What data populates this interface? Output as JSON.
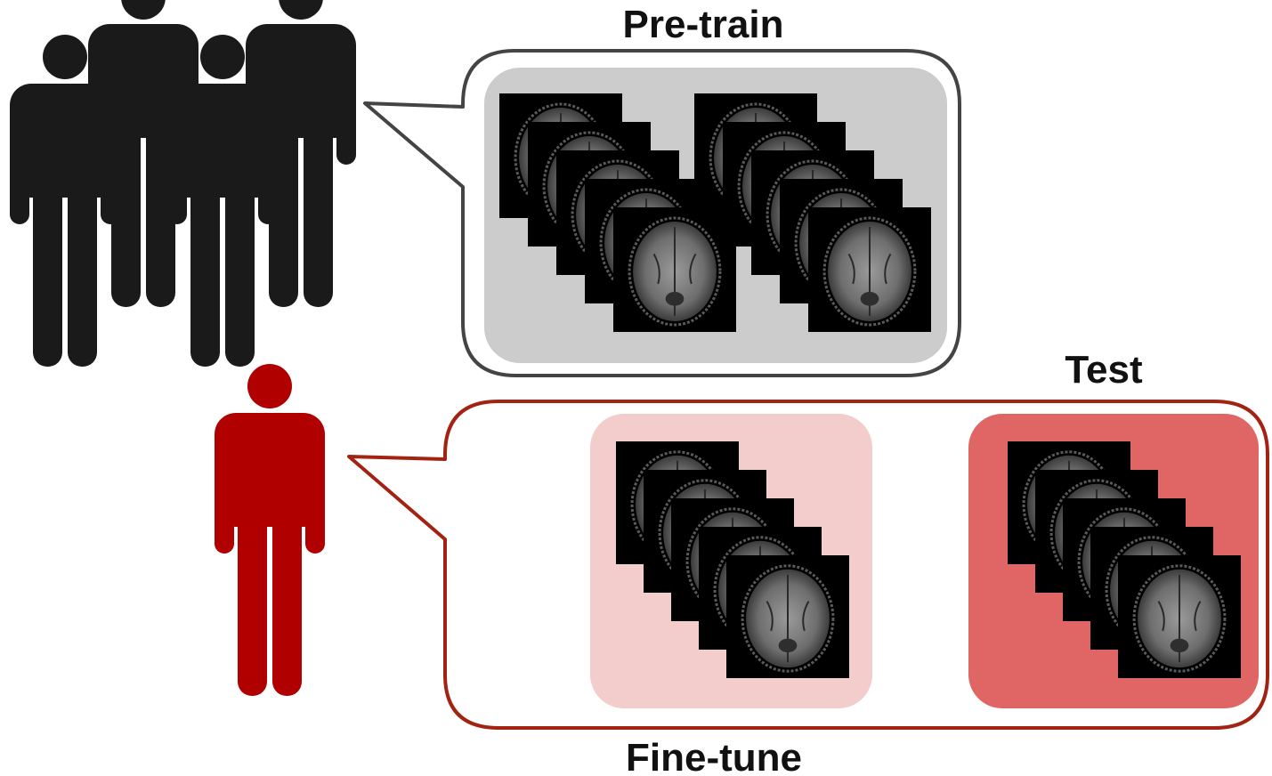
{
  "labels": {
    "pretrain": "Pre-train",
    "test": "Test",
    "finetune": "Fine-tune"
  },
  "colors": {
    "group_figures": "#1a1a1a",
    "target_figure": "#b00000",
    "pretrain_bubble_stroke": "#444444",
    "pretrain_panel": "#cccccc",
    "target_bubble_stroke": "#a32312",
    "finetune_panel": "#f3cccc",
    "test_panel": "#e06666",
    "scan_background": "#000000"
  },
  "icons": {
    "group": "people-group-icon",
    "target": "person-icon",
    "scan": "brain-mri-slice-icon"
  },
  "stacks": {
    "pretrain_stacks": 2,
    "slices_per_stack": 5
  }
}
